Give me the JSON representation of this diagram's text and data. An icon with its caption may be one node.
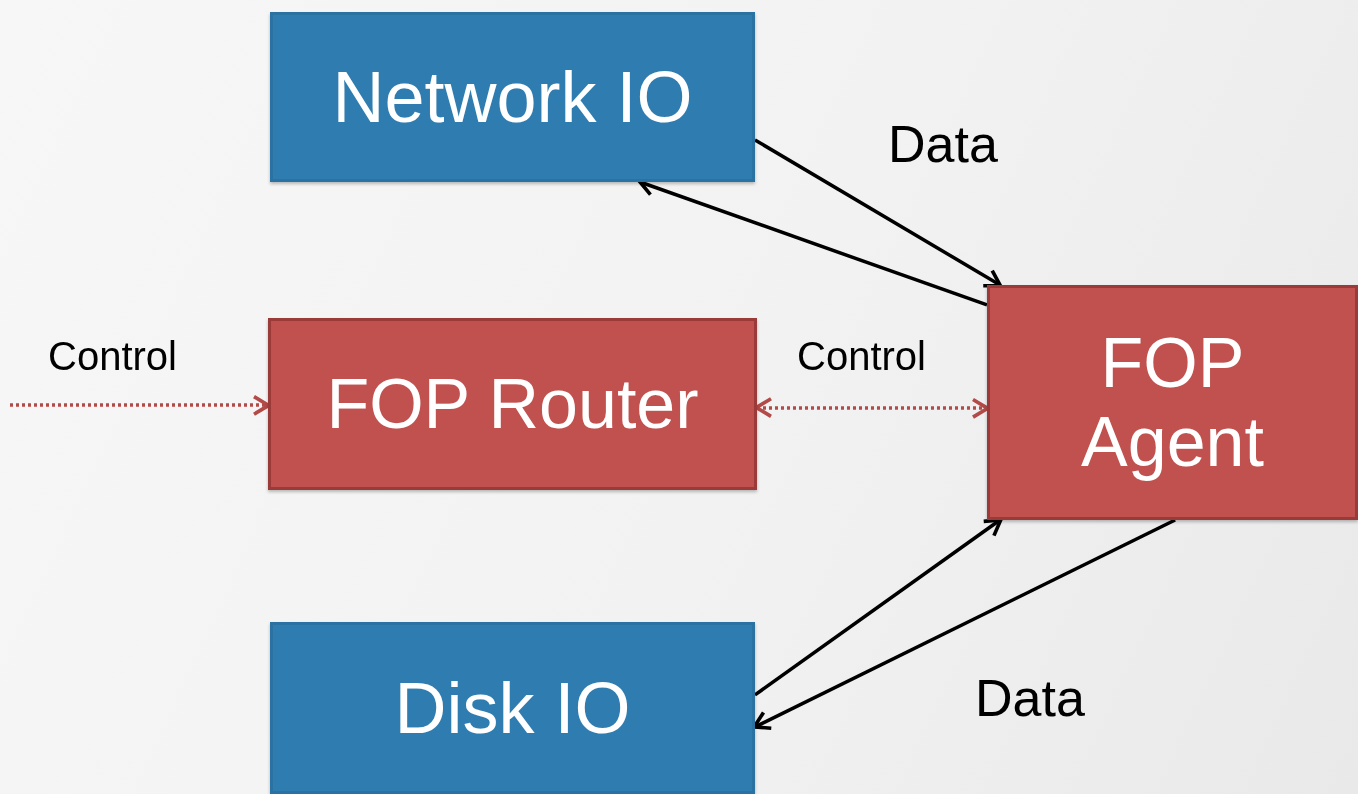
{
  "diagram": {
    "nodes": [
      {
        "text": [
          "Network IO"
        ]
      },
      {
        "text": [
          "FOP Router"
        ]
      },
      {
        "text": [
          "FOP Agent"
        ]
      },
      {
        "text": [
          "Disk IO"
        ]
      }
    ],
    "edges": [
      {
        "from": 0,
        "to": 2,
        "arrow": "to",
        "label": "Data"
      },
      {
        "from": 2,
        "to": 0,
        "arrow": "to"
      },
      {
        "from": null,
        "to": 1,
        "arrow": "to",
        "style": "dashed",
        "color": "#b24a48",
        "label": "Control"
      },
      {
        "from": 1,
        "to": 2,
        "arrow": "both",
        "style": "dashed",
        "color": "#b24a48",
        "label": "Control"
      },
      {
        "from": 3,
        "to": 2,
        "arrow": "to"
      },
      {
        "from": 2,
        "to": 3,
        "arrow": "to",
        "label": "Data"
      }
    ]
  }
}
